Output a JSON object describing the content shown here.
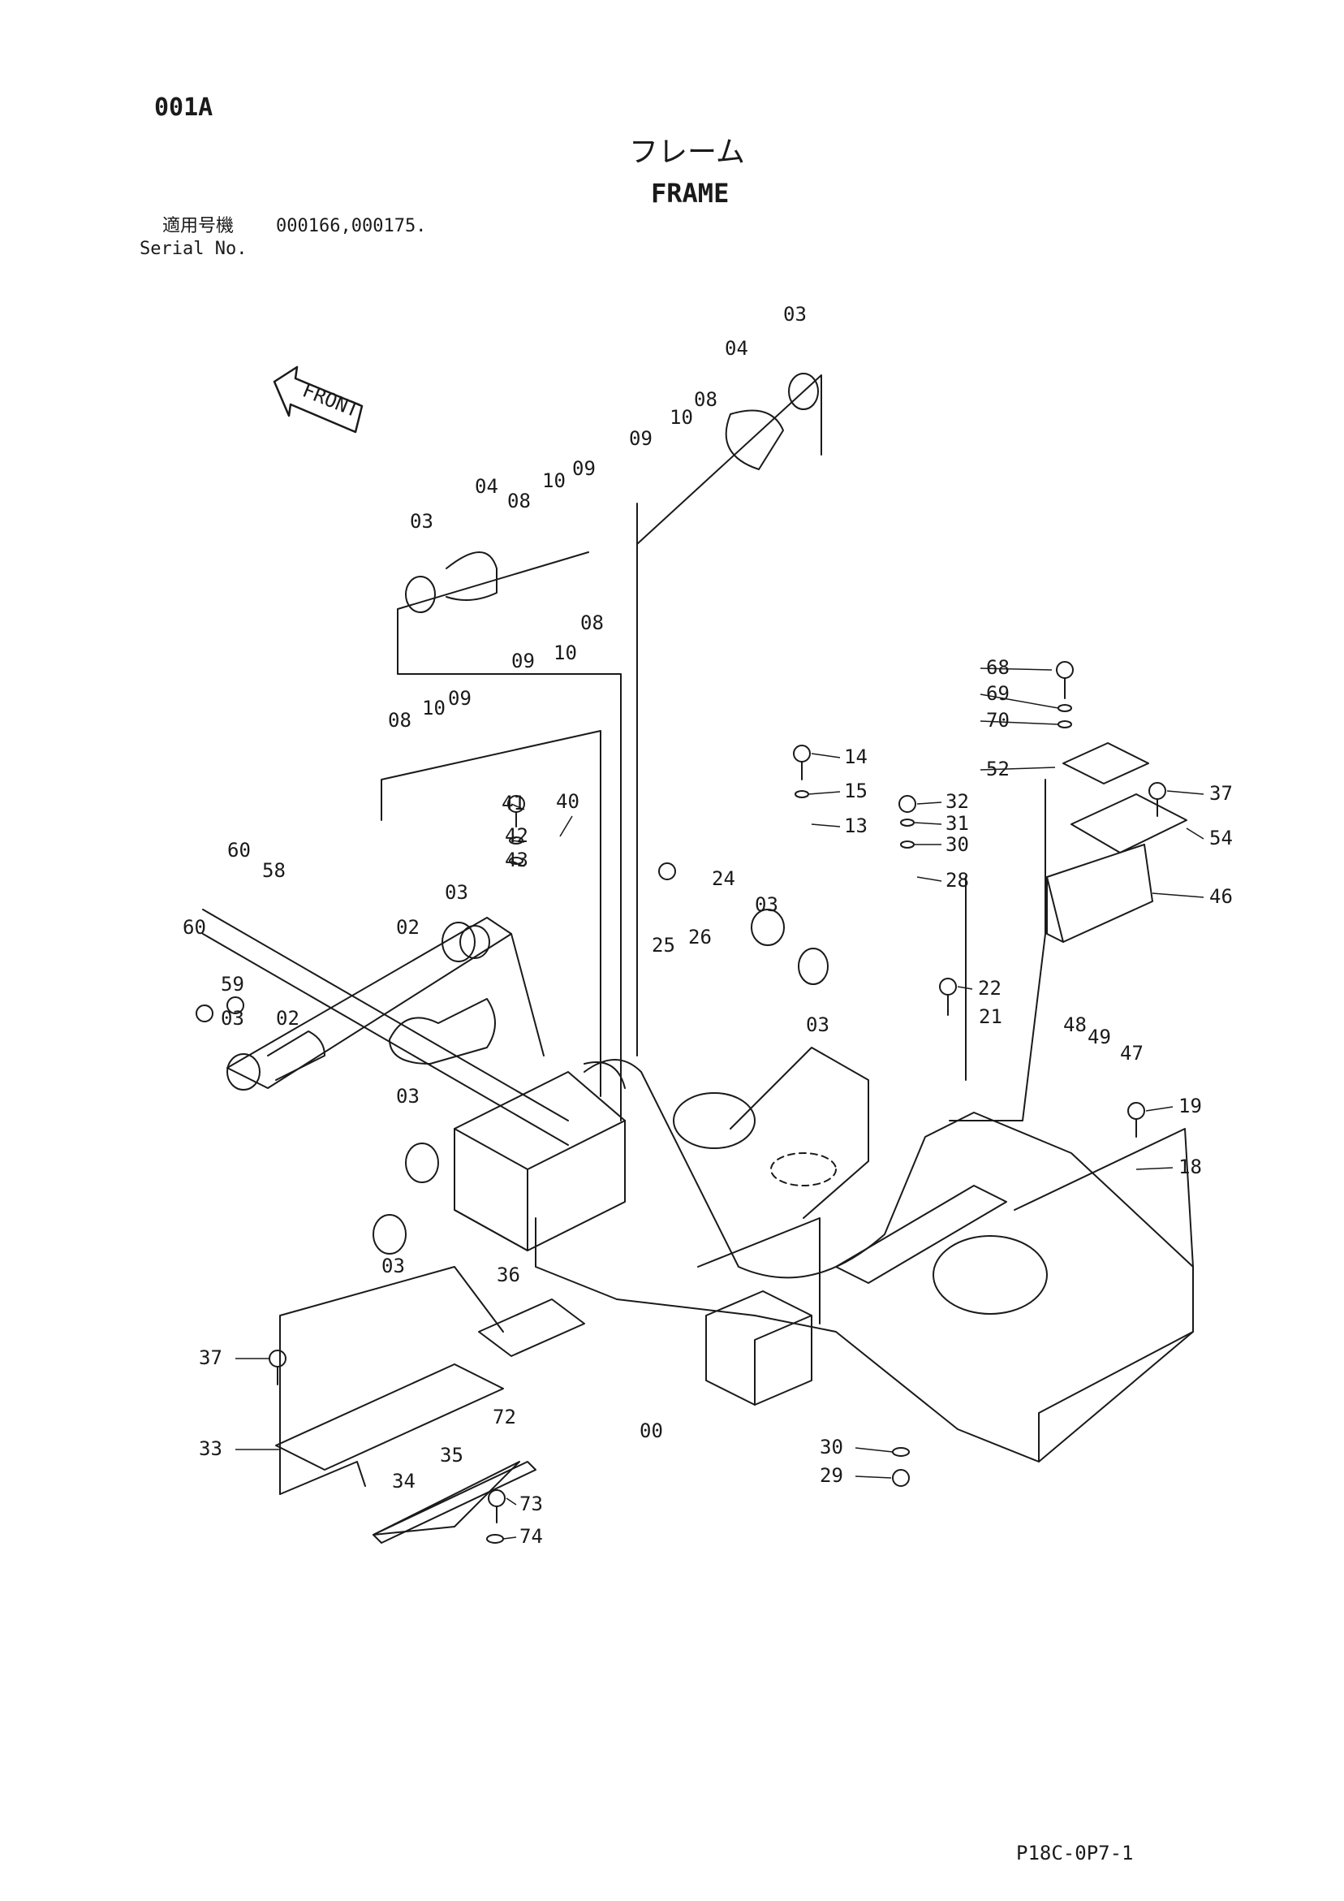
{
  "header": {
    "page_code": "001A",
    "title_jp": "フレーム",
    "title_en": "FRAME",
    "serial_label_jp": "適用号機",
    "serial_label_en": "Serial No.",
    "serial_numbers": "000166,000175."
  },
  "front_arrow_label": "FRONT",
  "callouts": [
    "03",
    "04",
    "08",
    "09",
    "10",
    "09",
    "10",
    "08",
    "04",
    "03",
    "09",
    "10",
    "08",
    "08",
    "10",
    "09",
    "41",
    "40",
    "42",
    "43",
    "60",
    "58",
    "60",
    "59",
    "02",
    "03",
    "03",
    "02",
    "03",
    "03",
    "24",
    "25",
    "26",
    "03",
    "03",
    "14",
    "15",
    "13",
    "32",
    "31",
    "30",
    "28",
    "68",
    "69",
    "70",
    "52",
    "37",
    "54",
    "46",
    "48",
    "49",
    "47",
    "22",
    "21",
    "19",
    "18",
    "36",
    "37",
    "33",
    "34",
    "35",
    "00",
    "72",
    "73",
    "74",
    "30",
    "29"
  ],
  "footer": {
    "drawing_code": "P18C-0P7-1"
  }
}
